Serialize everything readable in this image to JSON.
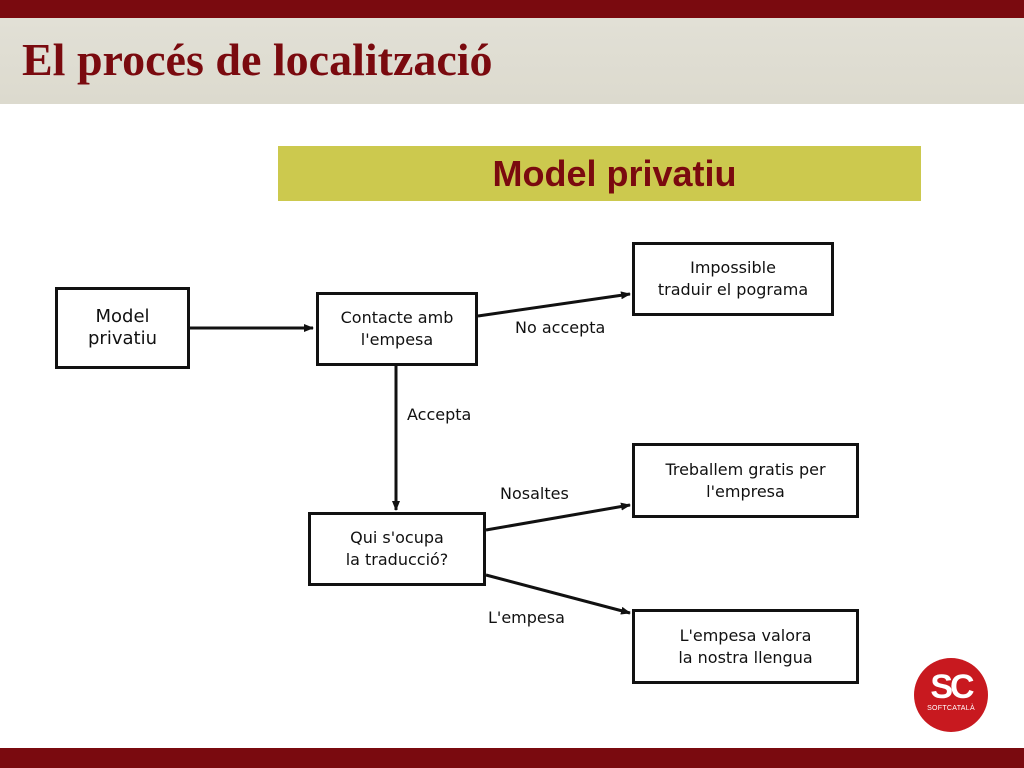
{
  "slide": {
    "title": "El procés de localització",
    "subtitle": "Model privatiu"
  },
  "diagram": {
    "nodes": {
      "model": "Model\nprivatiu",
      "contacte": "Contacte amb\nl'empesa",
      "impossible": "Impossible\ntraduir el pograma",
      "qui": "Qui s'ocupa\nla traducció?",
      "treballem": "Treballem gratis per\nl'empresa",
      "valora": "L'empesa valora\nla nostra llengua"
    },
    "edges": {
      "no_accepta": "No accepta",
      "accepta": "Accepta",
      "nosaltes": "Nosaltes",
      "lempesa": "L'empesa"
    }
  },
  "logo": {
    "mark": "SC",
    "text": "SOFTCATALÀ",
    "color": "#c8191f"
  },
  "colors": {
    "brand": "#7a0a0f",
    "title_band": "#e0ded4",
    "subtitle_band": "#ccc94e"
  }
}
